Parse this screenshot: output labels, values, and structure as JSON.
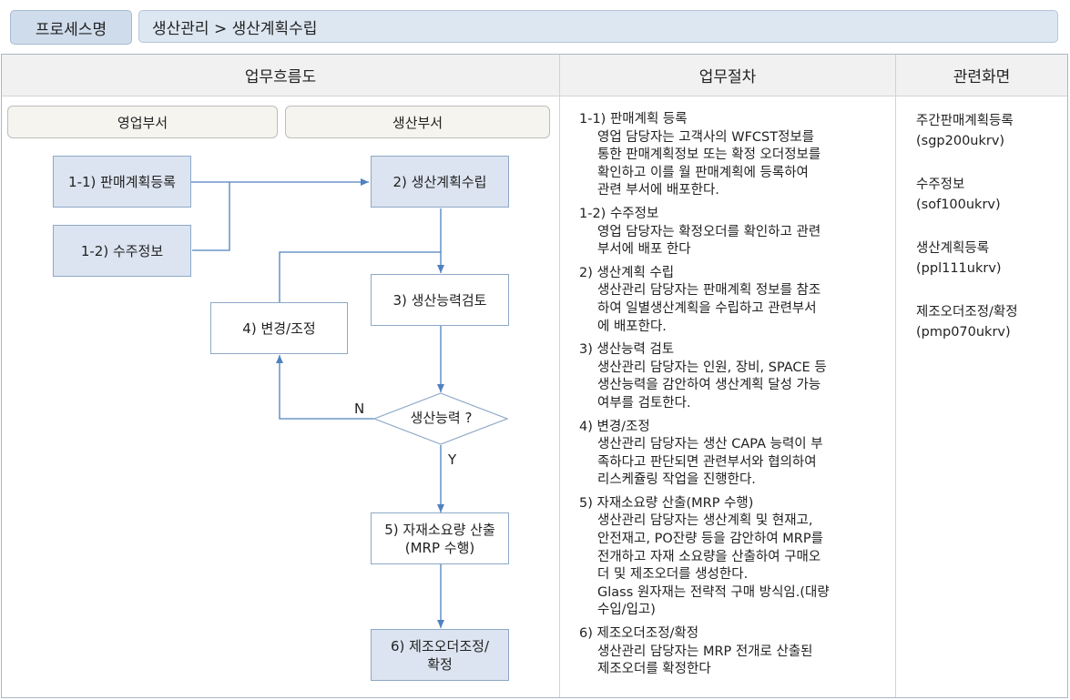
{
  "header": {
    "process_label": "프로세스명",
    "process_path": "생산관리 > 생산계획수립"
  },
  "columns": {
    "flow": "업무흐름도",
    "procedure": "업무절차",
    "screens": "관련화면"
  },
  "departments": [
    "영업부서",
    "생산부서"
  ],
  "flow": {
    "nodes": {
      "n11": "1-1) 판매계획등록",
      "n12": "1-2) 수주정보",
      "n2": "2) 생산계획수립",
      "n3": "3) 생산능력검토",
      "n4": "4) 변경/조정",
      "decision": "생산능력 ?",
      "n5": "5) 자재소요량 산출\n(MRP 수행)",
      "n6": "6) 제조오더조정/\n확정"
    },
    "labels": {
      "no": "N",
      "yes": "Y"
    }
  },
  "procedures": [
    {
      "title": "1-1) 판매계획 등록",
      "desc": "영업 담당자는 고객사의 WFCST정보를\n통한 판매계획정보 또는 확정 오더정보를\n확인하고 이를 월 판매계획에 등록하여\n관련 부서에 배포한다."
    },
    {
      "title": "1-2) 수주정보",
      "desc": "영업 담당자는 확정오더를 확인하고 관련\n부서에 배포 한다"
    },
    {
      "title": "2) 생산계획 수립",
      "desc": "생산관리 담당자는 판매계획 정보를 참조\n하여 일별생산계획을 수립하고 관련부서\n에 배포한다."
    },
    {
      "title": "3) 생산능력 검토",
      "desc": "생산관리 담당자는 인원, 장비, SPACE 등\n생산능력을 감안하여 생산계획 달성 가능\n여부를 검토한다."
    },
    {
      "title": "4) 변경/조정",
      "desc": "생산관리 담당자는 생산 CAPA 능력이 부\n족하다고 판단되면 관련부서와 협의하여\n리스케쥴링 작업을 진행한다."
    },
    {
      "title": "5) 자재소요량 산출(MRP 수행)",
      "desc": "생산관리 담당자는 생산계획 및 현재고,\n안전재고, PO잔량 등을 감안하여 MRP를\n전개하고 자재 소요량을 산출하여 구매오\n더 및 제조오더를 생성한다.\nGlass 원자재는 전략적 구매 방식임.(대량\n수입/입고)"
    },
    {
      "title": "6) 제조오더조정/확정",
      "desc": "생산관리 담당자는 MRP 전개로 산출된\n제조오더를 확정한다"
    }
  ],
  "screens": [
    {
      "name": "주간판매계획등록",
      "code": "(sgp200ukrv)"
    },
    {
      "name": "수주정보",
      "code": "(sof100ukrv)"
    },
    {
      "name": "생산계획등록",
      "code": "(ppl111ukrv)"
    },
    {
      "name": "제조오더조정/확정",
      "code": "(pmp070ukrv)"
    }
  ],
  "colors": {
    "box_blue": "#dbe4f0",
    "border": "#8ea8c7",
    "arrow": "#4f81bd"
  }
}
